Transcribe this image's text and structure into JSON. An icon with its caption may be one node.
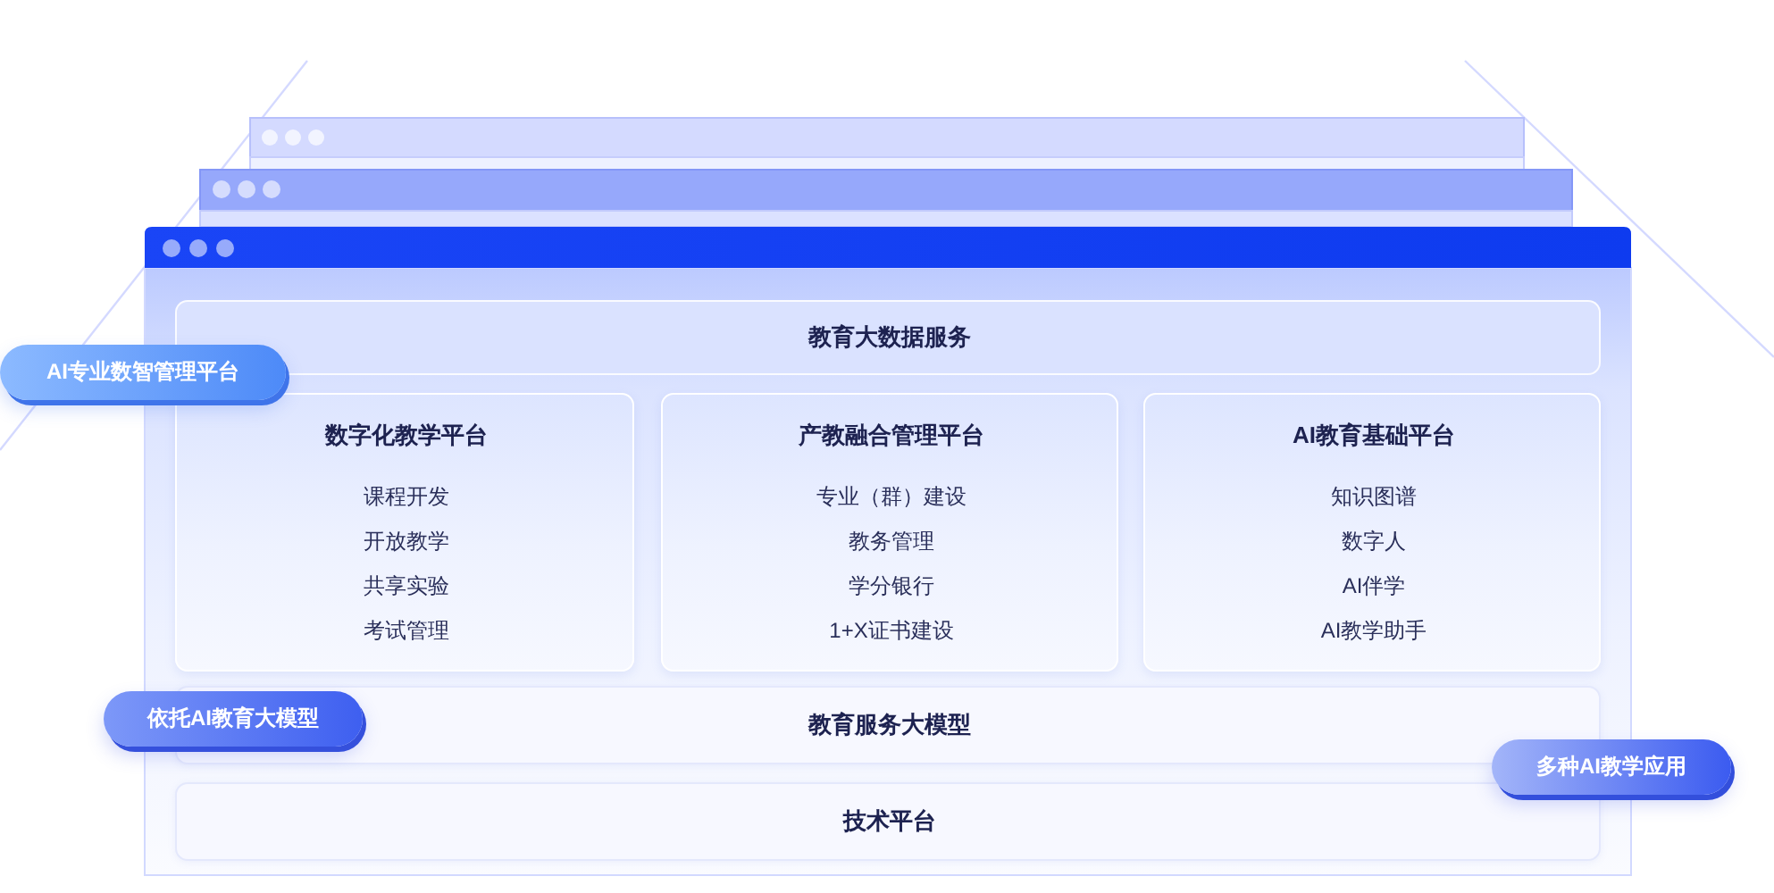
{
  "diagram": {
    "nodes": [
      {
        "text": [
          "教育大数据服务"
        ]
      },
      {
        "text": [
          "AI专业数智管理平台"
        ]
      },
      {
        "text": [
          "数字化教学平台",
          "课程开发",
          "开放教学",
          "共享实验",
          "考试管理"
        ]
      },
      {
        "text": [
          "产教融合管理平台",
          "专业（群）建设",
          "教务管理",
          "学分银行",
          "1+X证书建设"
        ]
      },
      {
        "text": [
          "AI教育基础平台",
          "知识图谱",
          "数字人",
          "AI伴学",
          "AI教学助手"
        ]
      },
      {
        "text": [
          "依托AI教育大模型"
        ]
      },
      {
        "text": [
          "教育服务大模型"
        ]
      },
      {
        "text": [
          "多种AI教学应用"
        ]
      },
      {
        "text": [
          "技术平台"
        ]
      }
    ]
  }
}
